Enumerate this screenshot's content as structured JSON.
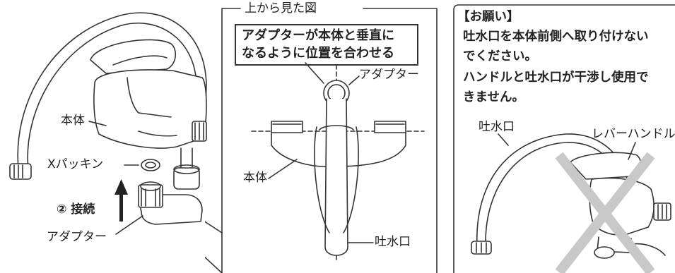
{
  "left_panel": {
    "label_body": "本体",
    "label_gasket": "Xパッキン",
    "label_step": "② 接続",
    "label_adapter": "アダプター"
  },
  "top_view_panel": {
    "header": "上から見た図",
    "instruction_line1": "アダプターが本体と垂直に",
    "instruction_line2": "なるように位置を合わせる",
    "label_adapter": "アダプター",
    "label_body": "本体",
    "label_spout": "吐水口"
  },
  "notice_panel": {
    "heading": "【お願い】",
    "line1": "吐水口を本体前側へ取り付けない",
    "line2": "でください。",
    "line3": "ハンドルと吐水口が干渉し使用で",
    "line4": "きません。",
    "label_lever_handle": "レバーハンドル",
    "label_spout": "吐水口"
  },
  "colors": {
    "line": "#333333",
    "cross_mark": "#c8c8c8",
    "background": "#ffffff"
  },
  "icons": {
    "arrow": "up-arrow-icon",
    "prohibited_mark": "cross-mark-icon"
  }
}
